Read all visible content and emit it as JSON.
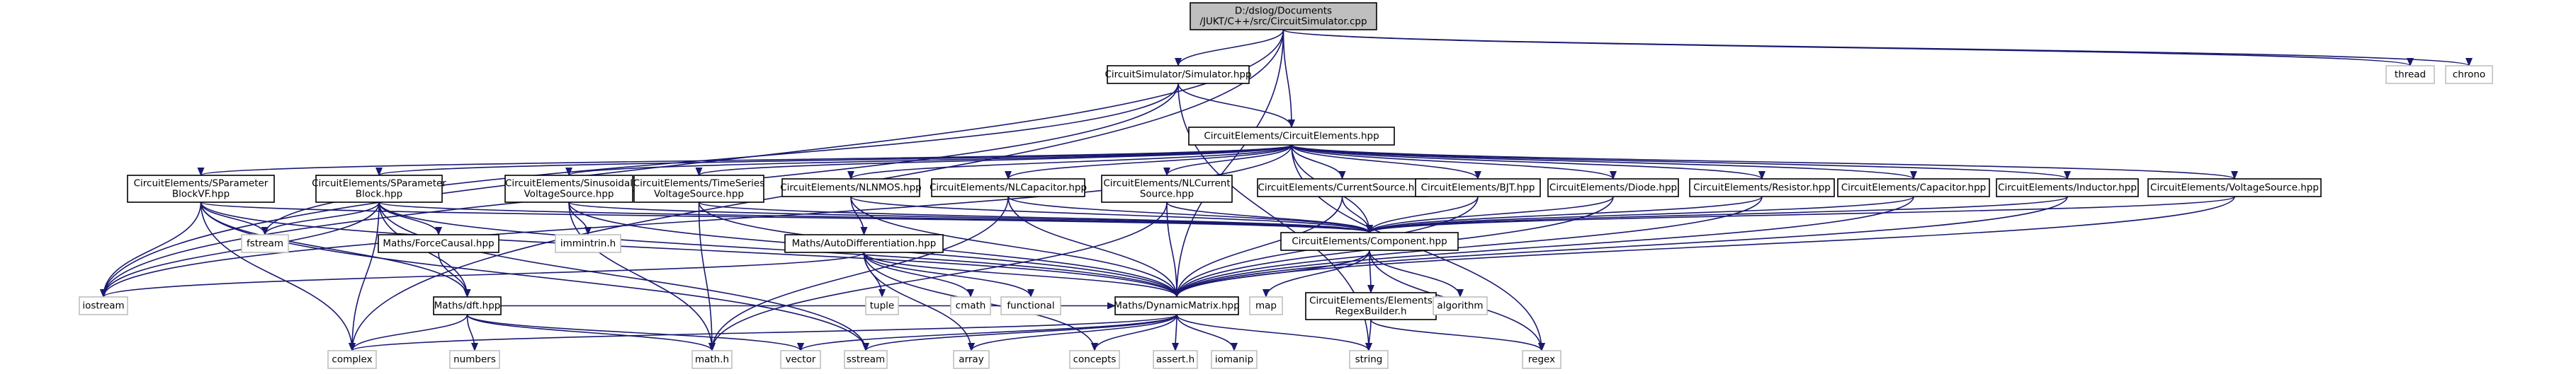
{
  "colors": {
    "root_fill": "#bfbfbf",
    "node_fill": "#ffffff",
    "node_border": "#000000",
    "system_border": "#bfbfbf",
    "system_text": "#404040",
    "edge": "#191970"
  },
  "nodes": [
    {
      "id": "root",
      "lines": [
        "D:/dslog/Documents",
        "/JUKT/C++/src/CircuitSimulator.cpp"
      ],
      "root": true
    },
    {
      "id": "sim",
      "lines": [
        "CircuitSimulator/Simulator.hpp"
      ]
    },
    {
      "id": "ce",
      "lines": [
        "CircuitElements/CircuitElements.hpp"
      ]
    },
    {
      "id": "spbvf",
      "lines": [
        "CircuitElements/SParameter",
        "BlockVF.hpp"
      ]
    },
    {
      "id": "spb",
      "lines": [
        "CircuitElements/SParameter",
        "Block.hpp"
      ]
    },
    {
      "id": "sinus",
      "lines": [
        "CircuitElements/Sinusoidal",
        "VoltageSource.hpp"
      ]
    },
    {
      "id": "ts",
      "lines": [
        "CircuitElements/TimeSeries",
        "VoltageSource.hpp"
      ]
    },
    {
      "id": "nlnmos",
      "lines": [
        "CircuitElements/NLNMOS.hpp"
      ]
    },
    {
      "id": "nlcap",
      "lines": [
        "CircuitElements/NLCapacitor.hpp"
      ]
    },
    {
      "id": "nlcur",
      "lines": [
        "CircuitElements/NLCurrent",
        "Source.hpp"
      ]
    },
    {
      "id": "cursrc",
      "lines": [
        "CircuitElements/CurrentSource.hpp"
      ]
    },
    {
      "id": "bjt",
      "lines": [
        "CircuitElements/BJT.hpp"
      ]
    },
    {
      "id": "diode",
      "lines": [
        "CircuitElements/Diode.hpp"
      ]
    },
    {
      "id": "res",
      "lines": [
        "CircuitElements/Resistor.hpp"
      ]
    },
    {
      "id": "capa",
      "lines": [
        "CircuitElements/Capacitor.hpp"
      ]
    },
    {
      "id": "ind",
      "lines": [
        "CircuitElements/Inductor.hpp"
      ]
    },
    {
      "id": "vs",
      "lines": [
        "CircuitElements/VoltageSource.hpp"
      ]
    },
    {
      "id": "comp",
      "lines": [
        "CircuitElements/Component.hpp"
      ]
    },
    {
      "id": "autodiff",
      "lines": [
        "Maths/AutoDifferentiation.hpp"
      ]
    },
    {
      "id": "fc",
      "lines": [
        "Maths/ForceCausal.hpp"
      ]
    },
    {
      "id": "dft",
      "lines": [
        "Maths/dft.hpp"
      ]
    },
    {
      "id": "dm",
      "lines": [
        "Maths/DynamicMatrix.hpp"
      ]
    },
    {
      "id": "erb",
      "lines": [
        "CircuitElements/Elements",
        "RegexBuilder.h"
      ]
    },
    {
      "id": "thread",
      "lines": [
        "thread"
      ],
      "system": true
    },
    {
      "id": "chrono",
      "lines": [
        "chrono"
      ],
      "system": true
    },
    {
      "id": "iostream",
      "lines": [
        "iostream"
      ],
      "system": true
    },
    {
      "id": "fstream",
      "lines": [
        "fstream"
      ],
      "system": true
    },
    {
      "id": "immintrin",
      "lines": [
        "immintrin.h"
      ],
      "system": true
    },
    {
      "id": "tuple",
      "lines": [
        "tuple"
      ],
      "system": true
    },
    {
      "id": "cmath",
      "lines": [
        "cmath"
      ],
      "system": true
    },
    {
      "id": "functional",
      "lines": [
        "functional"
      ],
      "system": true
    },
    {
      "id": "map",
      "lines": [
        "map"
      ],
      "system": true
    },
    {
      "id": "algorithm",
      "lines": [
        "algorithm"
      ],
      "system": true
    },
    {
      "id": "complex",
      "lines": [
        "complex"
      ],
      "system": true
    },
    {
      "id": "numbers",
      "lines": [
        "numbers"
      ],
      "system": true
    },
    {
      "id": "mathh",
      "lines": [
        "math.h"
      ],
      "system": true
    },
    {
      "id": "vector",
      "lines": [
        "vector"
      ],
      "system": true
    },
    {
      "id": "sstream",
      "lines": [
        "sstream"
      ],
      "system": true
    },
    {
      "id": "array",
      "lines": [
        "array"
      ],
      "system": true
    },
    {
      "id": "concepts",
      "lines": [
        "concepts"
      ],
      "system": true
    },
    {
      "id": "asserth",
      "lines": [
        "assert.h"
      ],
      "system": true
    },
    {
      "id": "iomanip",
      "lines": [
        "iomanip"
      ],
      "system": true
    },
    {
      "id": "string",
      "lines": [
        "string"
      ],
      "system": true
    },
    {
      "id": "regex",
      "lines": [
        "regex"
      ],
      "system": true
    }
  ],
  "edges": [
    [
      "root",
      "sim"
    ],
    [
      "root",
      "ce"
    ],
    [
      "root",
      "thread"
    ],
    [
      "root",
      "chrono"
    ],
    [
      "root",
      "iostream"
    ],
    [
      "root",
      "complex"
    ],
    [
      "root",
      "dm"
    ],
    [
      "sim",
      "ce"
    ],
    [
      "sim",
      "iostream"
    ],
    [
      "sim",
      "fstream"
    ],
    [
      "sim",
      "string"
    ],
    [
      "ce",
      "spbvf"
    ],
    [
      "ce",
      "spb"
    ],
    [
      "ce",
      "sinus"
    ],
    [
      "ce",
      "ts"
    ],
    [
      "ce",
      "nlnmos"
    ],
    [
      "ce",
      "nlcap"
    ],
    [
      "ce",
      "nlcur"
    ],
    [
      "ce",
      "cursrc"
    ],
    [
      "ce",
      "bjt"
    ],
    [
      "ce",
      "diode"
    ],
    [
      "ce",
      "res"
    ],
    [
      "ce",
      "capa"
    ],
    [
      "ce",
      "ind"
    ],
    [
      "ce",
      "vs"
    ],
    [
      "ce",
      "comp"
    ],
    [
      "ce",
      "iostream"
    ],
    [
      "ce",
      "regex"
    ],
    [
      "spbvf",
      "comp"
    ],
    [
      "spbvf",
      "dm"
    ],
    [
      "spbvf",
      "dft"
    ],
    [
      "spbvf",
      "iostream"
    ],
    [
      "spbvf",
      "fstream"
    ],
    [
      "spbvf",
      "complex"
    ],
    [
      "spbvf",
      "sstream"
    ],
    [
      "spb",
      "comp"
    ],
    [
      "spb",
      "dm"
    ],
    [
      "spb",
      "fc"
    ],
    [
      "spb",
      "dft"
    ],
    [
      "spb",
      "iostream"
    ],
    [
      "spb",
      "fstream"
    ],
    [
      "spb",
      "complex"
    ],
    [
      "spb",
      "sstream"
    ],
    [
      "sinus",
      "comp"
    ],
    [
      "sinus",
      "dm"
    ],
    [
      "sinus",
      "mathh"
    ],
    [
      "sinus",
      "immintrin"
    ],
    [
      "ts",
      "comp"
    ],
    [
      "ts",
      "dm"
    ],
    [
      "ts",
      "mathh"
    ],
    [
      "nlnmos",
      "comp"
    ],
    [
      "nlnmos",
      "dm"
    ],
    [
      "nlnmos",
      "autodiff"
    ],
    [
      "nlcap",
      "comp"
    ],
    [
      "nlcap",
      "dm"
    ],
    [
      "nlcap",
      "mathh"
    ],
    [
      "nlcur",
      "comp"
    ],
    [
      "nlcur",
      "dm"
    ],
    [
      "nlcur",
      "mathh"
    ],
    [
      "cursrc",
      "comp"
    ],
    [
      "cursrc",
      "dm"
    ],
    [
      "bjt",
      "comp"
    ],
    [
      "bjt",
      "dm"
    ],
    [
      "diode",
      "comp"
    ],
    [
      "diode",
      "dm"
    ],
    [
      "res",
      "comp"
    ],
    [
      "res",
      "dm"
    ],
    [
      "capa",
      "comp"
    ],
    [
      "capa",
      "dm"
    ],
    [
      "ind",
      "comp"
    ],
    [
      "ind",
      "dm"
    ],
    [
      "vs",
      "comp"
    ],
    [
      "vs",
      "dm"
    ],
    [
      "comp",
      "dm"
    ],
    [
      "comp",
      "map"
    ],
    [
      "comp",
      "algorithm"
    ],
    [
      "comp",
      "erb"
    ],
    [
      "comp",
      "regex"
    ],
    [
      "autodiff",
      "iostream"
    ],
    [
      "autodiff",
      "tuple"
    ],
    [
      "autodiff",
      "cmath"
    ],
    [
      "autodiff",
      "functional"
    ],
    [
      "autodiff",
      "array"
    ],
    [
      "autodiff",
      "concepts"
    ],
    [
      "autodiff",
      "dm"
    ],
    [
      "fc",
      "dft"
    ],
    [
      "dft",
      "complex"
    ],
    [
      "dft",
      "numbers"
    ],
    [
      "dft",
      "mathh"
    ],
    [
      "dft",
      "vector"
    ],
    [
      "dft",
      "dm"
    ],
    [
      "dm",
      "complex"
    ],
    [
      "dm",
      "vector"
    ],
    [
      "dm",
      "sstream"
    ],
    [
      "dm",
      "array"
    ],
    [
      "dm",
      "concepts"
    ],
    [
      "dm",
      "asserth"
    ],
    [
      "dm",
      "iomanip"
    ],
    [
      "dm",
      "string"
    ],
    [
      "erb",
      "string"
    ],
    [
      "erb",
      "regex"
    ]
  ]
}
